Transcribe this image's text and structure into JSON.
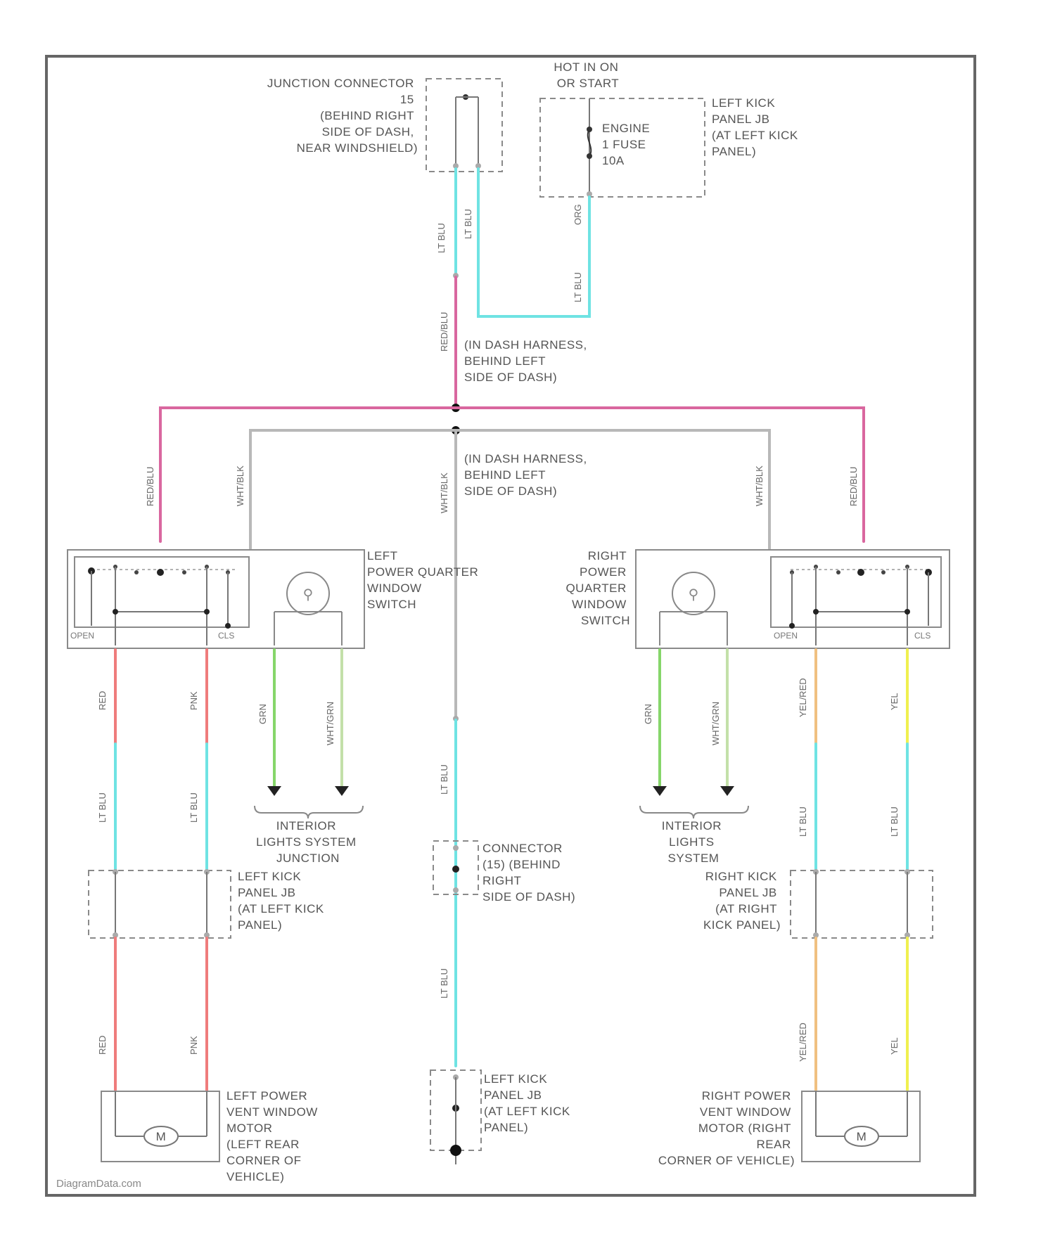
{
  "labels": {
    "junction_connector": [
      "JUNCTION CONNECTOR",
      "15",
      "(BEHIND RIGHT",
      "SIDE OF DASH,",
      "NEAR WINDSHIELD)"
    ],
    "hot_in_run": [
      "HOT IN ON",
      "OR START"
    ],
    "left_kick_jb_top": [
      "LEFT KICK",
      "PANEL JB",
      "(AT LEFT KICK",
      "PANEL)"
    ],
    "fuse": [
      "ENGINE",
      "1 FUSE",
      "10A"
    ],
    "harness_splice_1": [
      "(IN DASH HARNESS,",
      "BEHIND LEFT",
      "SIDE OF DASH)"
    ],
    "harness_splice_2": [
      "(IN DASH HARNESS,",
      "BEHIND LEFT",
      "SIDE OF DASH)"
    ],
    "left_switch": [
      "LEFT",
      "POWER QUARTER",
      "WINDOW",
      "SWITCH"
    ],
    "right_switch": [
      "RIGHT",
      "POWER",
      "QUARTER",
      "WINDOW",
      "SWITCH"
    ],
    "interior_lights_left": [
      "INTERIOR",
      "LIGHTS SYSTEM",
      "JUNCTION"
    ],
    "interior_lights_right": [
      "INTERIOR",
      "LIGHTS",
      "SYSTEM"
    ],
    "connector_c1": [
      "CONNECTOR",
      "(15) (BEHIND",
      "RIGHT",
      "SIDE OF DASH)"
    ],
    "left_kick_jb_mid": [
      "LEFT KICK",
      "PANEL JB",
      "(AT LEFT KICK",
      "PANEL)"
    ],
    "right_kick_jb": [
      "RIGHT KICK",
      "PANEL JB",
      "(AT RIGHT",
      "KICK PANEL)"
    ],
    "left_kick_jb_bottom": [
      "LEFT KICK",
      "PANEL JB",
      "(AT LEFT KICK",
      "PANEL)"
    ],
    "left_motor": [
      "LEFT POWER",
      "VENT WINDOW",
      "MOTOR",
      "(LEFT REAR",
      "CORNER OF",
      "VEHICLE)"
    ],
    "right_motor": [
      "RIGHT POWER",
      "VENT WINDOW",
      "MOTOR (RIGHT",
      "REAR",
      "CORNER OF VEHICLE)"
    ],
    "motor_symbol": "M",
    "watermark": "DiagramData.com"
  },
  "wire_labels": {
    "lt_blu": "LT BLU",
    "red_blu": "RED/BLU",
    "wht_blk": "WHT/BLK",
    "red": "RED",
    "pnk": "PNK",
    "grn": "GRN",
    "wht_grn": "WHT/GRN",
    "yel_red": "YEL/RED",
    "yel": "YEL",
    "org": "ORG",
    "sw_open": "OPEN",
    "sw_close": "CLS"
  },
  "colors": {
    "frame": "#666666",
    "light_blue_wire": "#6fe3e3",
    "red_blue_wire": "#d9679f",
    "gray_wire": "#b8b8b8",
    "red_wire": "#ef7c7c",
    "green_wire": "#86d66a",
    "light_green_wire": "#c3e0a9",
    "orange_wire": "#f0c080",
    "yellow_wire": "#f0f050"
  }
}
